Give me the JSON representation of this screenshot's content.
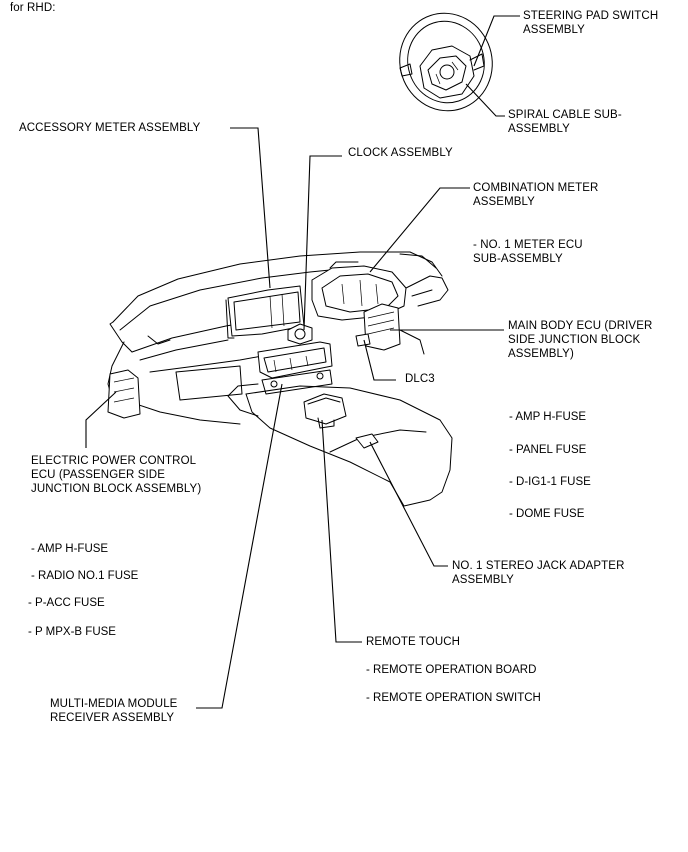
{
  "header": "for RHD:",
  "labels": {
    "steering_pad_switch": "STEERING PAD SWITCH\nASSEMBLY",
    "spiral_cable": "SPIRAL CABLE SUB-\nASSEMBLY",
    "accessory_meter": "ACCESSORY METER ASSEMBLY",
    "clock": "CLOCK ASSEMBLY",
    "combination_meter": "COMBINATION METER\nASSEMBLY",
    "no1_meter_ecu": "- NO. 1 METER ECU\nSUB-ASSEMBLY",
    "main_body_ecu": "MAIN BODY ECU (DRIVER\nSIDE JUNCTION BLOCK\nASSEMBLY)",
    "dlc3": "DLC3",
    "electric_power_control_ecu": "ELECTRIC POWER CONTROL\nECU (PASSENGER SIDE\nJUNCTION BLOCK ASSEMBLY)",
    "stereo_jack_adapter": "NO. 1 STEREO JACK ADAPTER\nASSEMBLY",
    "remote_touch": "REMOTE TOUCH",
    "multimedia_module": "MULTI-MEDIA MODULE\nRECEIVER ASSEMBLY"
  },
  "right_fuses": [
    "- AMP H-FUSE",
    "- PANEL FUSE",
    "- D-IG1-1 FUSE",
    "- DOME FUSE"
  ],
  "left_fuses": [
    "- AMP H-FUSE",
    "- RADIO NO.1 FUSE",
    "- P-ACC FUSE",
    "- P MPX-B FUSE"
  ],
  "remote_touch_items": [
    "- REMOTE OPERATION BOARD",
    "- REMOTE OPERATION SWITCH"
  ]
}
